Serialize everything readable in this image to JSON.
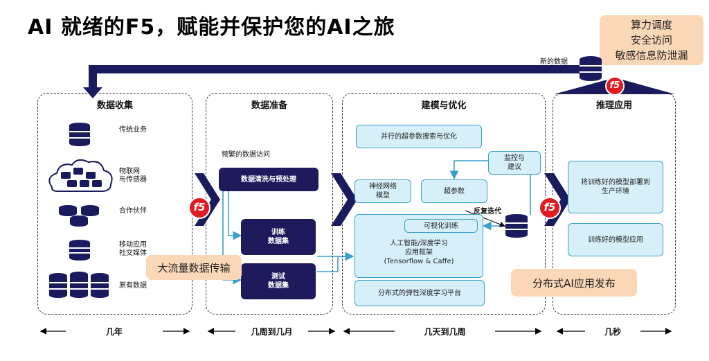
{
  "title": "AI 就绪的F5，赋能并保护您的AI之旅",
  "feature_box": {
    "line1": "算力调度",
    "line2": "安全访问",
    "line3": "敏感信息防泄漏"
  },
  "new_data_label": "新的数据",
  "f5_label": "f5",
  "stages": {
    "collect": {
      "title": "数据收集",
      "sources": [
        "传统业务",
        "物联网\n与传感器",
        "合作伙伴",
        "移动应用\n社交媒体",
        "原有数据"
      ]
    },
    "prepare": {
      "title": "数据准备",
      "frequent_access": "频繁的数据访问",
      "cleaning": "数据清洗与预处理",
      "train_set": "训练\n数据集",
      "test_set": "测试\n数据集"
    },
    "model": {
      "title": "建模与优化",
      "hyper_search": "并行的超参数搜索与优化",
      "monitor": "监控与\n建议",
      "nn_model": "神经网络\n模型",
      "hyper": "超参数",
      "iterate": "反复迭代",
      "visual_train": "可视化训练",
      "framework": "人工智能/深度学习\n应用框架\n(Tensorflow & Caffe)",
      "platform": "分布式的弹性深度学习平台"
    },
    "infer": {
      "title": "推理应用",
      "deploy": "将训练好的模型部署到\n生产环境",
      "apply": "训练好的模型应用"
    }
  },
  "callouts": {
    "big_transfer": "大流量数据传输",
    "distributed_release": "分布式AI应用发布"
  },
  "timeline": [
    "几年",
    "几周到几月",
    "几天到几周",
    "几秒"
  ],
  "colors": {
    "navy": "#1a1a5e",
    "light_blue": "#d6eff9",
    "peach": "#fad7b6",
    "f5_red": "#e01b22"
  }
}
